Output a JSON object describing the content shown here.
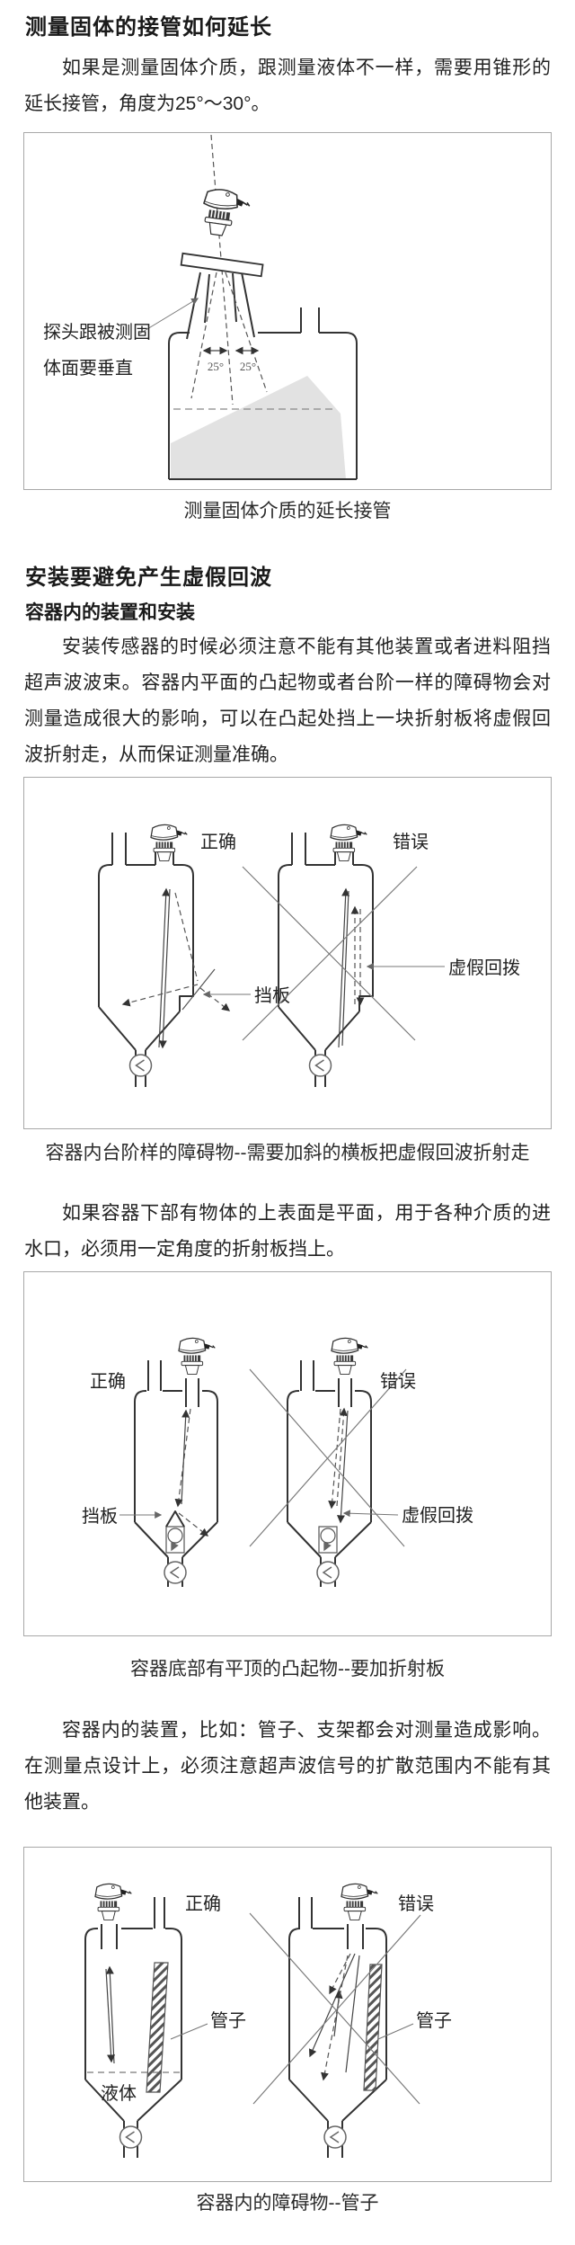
{
  "doc": {
    "h1": "测量固体的接管如何延长",
    "p1": "如果是测量固体介质，跟测量液体不一样，需要用锥形的延长接管，角度为25°～30°。",
    "fig1": {
      "probe_note_line1": "探头跟被测固",
      "probe_note_line2": "体面要垂直",
      "angle_left": "25°",
      "angle_right": "25°",
      "caption": "测量固体介质的延长接管"
    },
    "h2": "安装要避免产生虚假回波",
    "h3": "容器内的装置和安装",
    "p2": "安装传感器的时候必须注意不能有其他装置或者进料阻挡超声波波束。容器内平面的凸起物或者台阶一样的障碍物会对测量造成很大的影响，可以在凸起处挡上一块折射板将虚假回波折射走，从而保证测量准确。",
    "fig2": {
      "correct": "正确",
      "wrong": "错误",
      "baffle": "挡板",
      "false_echo": "虚假回拨",
      "caption": "容器内台阶样的障碍物--需要加斜的横板把虚假回波折射走"
    },
    "p3": "如果容器下部有物体的上表面是平面，用于各种介质的进水口，必须用一定角度的折射板挡上。",
    "fig3": {
      "correct": "正确",
      "wrong": "错误",
      "baffle": "挡板",
      "false_echo": "虚假回拨",
      "caption": "容器底部有平顶的凸起物--要加折射板"
    },
    "p4": "容器内的装置，比如：管子、支架都会对测量造成影响。在测量点设计上，必须注意超声波信号的扩散范围内不能有其他装置。",
    "fig4": {
      "correct": "正确",
      "wrong": "错误",
      "pipe_left": "管子",
      "pipe_right": "管子",
      "liquid": "液体",
      "caption": "容器内的障碍物--管子"
    },
    "colors": {
      "ink": "#222222",
      "figure_border": "#a8a8a8",
      "material_fill": "#e2e2e2"
    }
  }
}
